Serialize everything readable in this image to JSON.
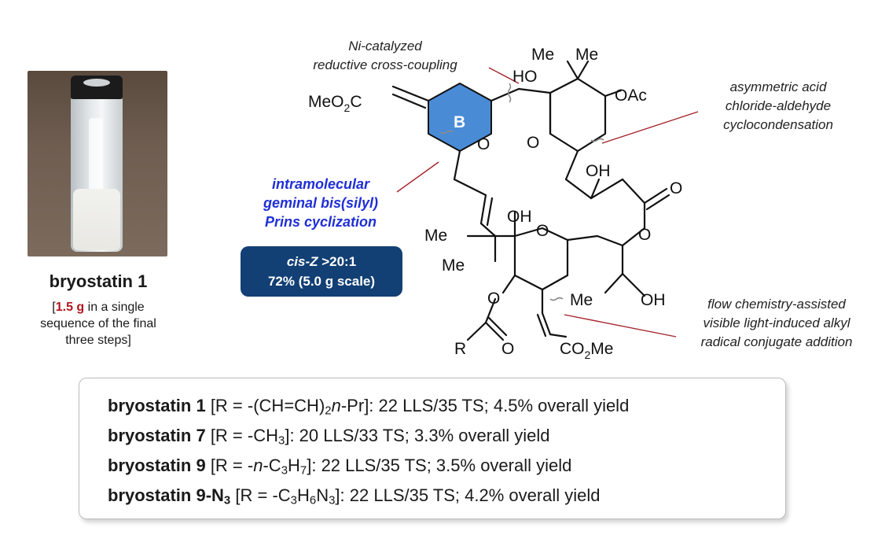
{
  "photo": {
    "caption": "bryostatin 1",
    "note_open": "[",
    "note_amount": "1.5 g",
    "note_line1": " in a single",
    "note_line2": "sequence of the final",
    "note_line3": "three steps]"
  },
  "annotations": {
    "ni_line1": "Ni-catalyzed",
    "ni_line2": "reductive cross-coupling",
    "acid_line1": "asymmetric acid",
    "acid_line2": "chloride-aldehyde",
    "acid_line3": "cyclocondensation",
    "prins_line1": "intramolecular",
    "prins_line2": "geminal bis(silyl)",
    "prins_line3": "Prins cyclization",
    "flow_line1": "flow chemistry-assisted",
    "flow_line2": "visible light-induced alkyl",
    "flow_line3": "radical conjugate addition",
    "prins_color": "#1f2fd6"
  },
  "stereo_box": {
    "line1_a": "cis-Z",
    "line1_b": " >20:1",
    "line2": "72% (5.0 g scale)",
    "color": "#123f74"
  },
  "structure": {
    "ring_label": "B",
    "ring_color": "#4a8bd6",
    "labels": {
      "meo2c_a": "MeO",
      "meo2c_b": "2",
      "meo2c_c": "C",
      "me_top1": "Me",
      "me_top2": "Me",
      "ho_top": "HO",
      "oac": "OAc",
      "o_ringB": "O",
      "o_ringA": "O",
      "oh_mid": "OH",
      "o_carbonyl": "O",
      "o_ester": "O",
      "oh_c": "OH",
      "o_ringC": "O",
      "me_left1": "Me",
      "me_left2": "Me",
      "o_acyl": "O",
      "r": "R",
      "o_acyl_co": "O",
      "me_bottom": "Me",
      "oh_bottom": "OH",
      "co2me_a": "CO",
      "co2me_b": "2",
      "co2me_c": "Me"
    }
  },
  "summary": [
    {
      "name": "bryostatin 1",
      "name_sub": "",
      "bracket_open": " [R = ",
      "r_a": "-(CH=CH)",
      "r_sub1": "2",
      "r_b": "n",
      "r_c": "-Pr",
      "r_sub2": "",
      "r_d": "",
      "r_sub3": "",
      "r_e": "",
      "rest": "]: 22 LLS/35 TS; 4.5% overall yield"
    },
    {
      "name": "bryostatin 7",
      "name_sub": "",
      "bracket_open": " [R = ",
      "r_a": "-CH",
      "r_sub1": "3",
      "r_b": "",
      "r_c": "",
      "r_sub2": "",
      "r_d": "",
      "r_sub3": "",
      "r_e": "",
      "rest": "]: 20 LLS/33 TS; 3.3% overall yield"
    },
    {
      "name": "bryostatin 9",
      "name_sub": "",
      "bracket_open": " [R = ",
      "r_a": "-",
      "r_sub1": "",
      "r_b": "n",
      "r_c": "-C",
      "r_sub2": "3",
      "r_d": "H",
      "r_sub3": "7",
      "r_e": "",
      "rest": "]: 22 LLS/35 TS; 3.5% overall yield"
    },
    {
      "name": "bryostatin 9-N",
      "name_sub": "3",
      "bracket_open": " [R = ",
      "r_a": "-C",
      "r_sub1": "3",
      "r_b": "",
      "r_c": "H",
      "r_sub2": "6",
      "r_d": "N",
      "r_sub3": "3",
      "r_e": "",
      "rest": "]: 22 LLS/35 TS; 4.2% overall yield"
    }
  ]
}
